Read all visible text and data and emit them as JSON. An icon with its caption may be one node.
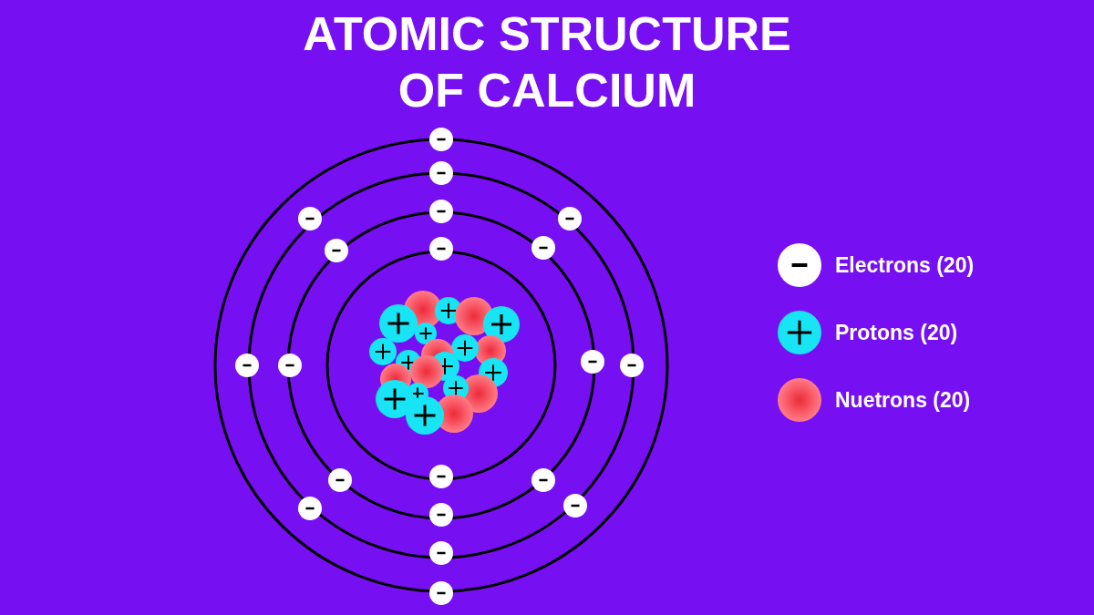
{
  "diagram": {
    "title": "ATOMIC STRUCTURE OF CALCIUM",
    "legend": [
      {
        "text": "Electrons (20)"
      },
      {
        "text": "Protons (20)"
      },
      {
        "text": "Nuetrons (20)"
      }
    ]
  }
}
